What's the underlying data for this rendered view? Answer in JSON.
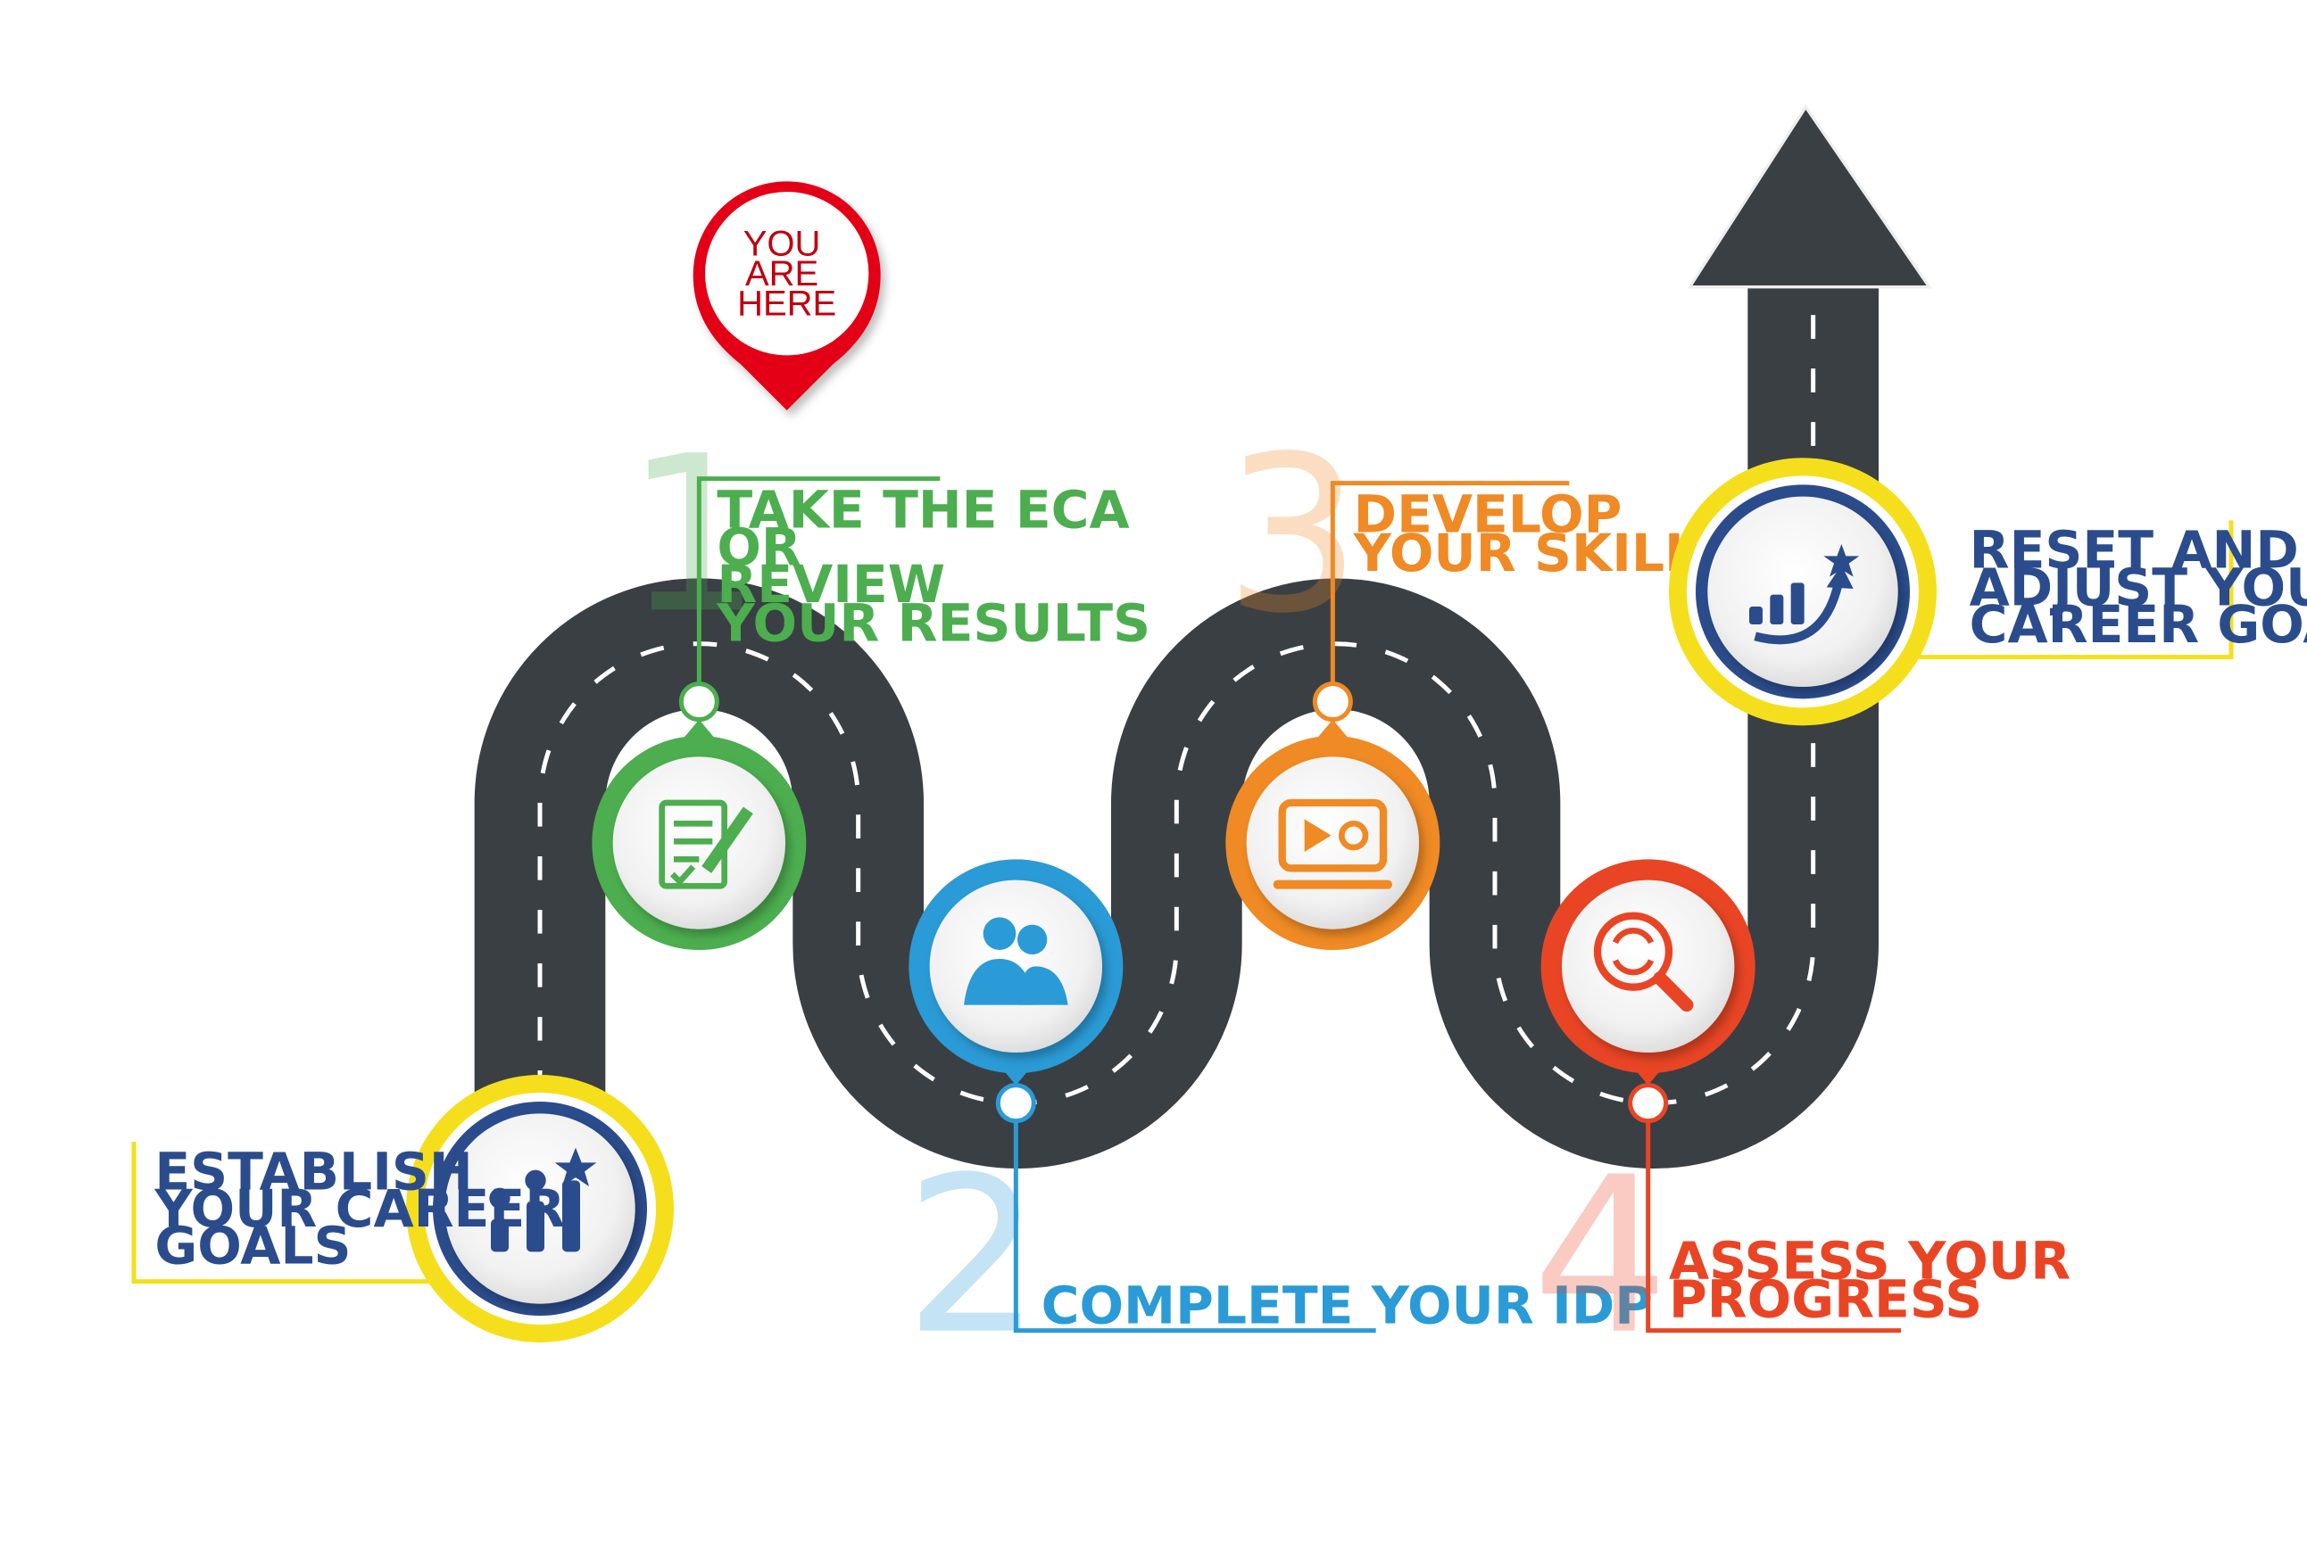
{
  "marker": {
    "lines": [
      "YOU",
      "ARE",
      "HERE"
    ],
    "color": "#e30613"
  },
  "start": {
    "lines": [
      "ESTABLISH",
      "YOUR CAREER",
      "GOALS"
    ],
    "color": "#2b4c8c",
    "accent": "#f5df1c",
    "icon": "bar-chart-star-icon"
  },
  "steps": [
    {
      "number": "1",
      "lines": [
        "TAKE THE ECA",
        "OR",
        "REVIEW",
        "YOUR RESULTS"
      ],
      "color": "#4cae4f",
      "icon": "checklist-pencil-icon"
    },
    {
      "number": "2",
      "lines": [
        "COMPLETE YOUR IDP"
      ],
      "color": "#2a9bd6",
      "icon": "people-icon"
    },
    {
      "number": "3",
      "lines": [
        "DEVELOP",
        "YOUR SKILLS"
      ],
      "color": "#ef8a24",
      "icon": "video-screen-icon"
    },
    {
      "number": "4",
      "lines": [
        "ASSESS YOUR",
        "PROGRESS"
      ],
      "color": "#e94524",
      "icon": "magnifier-refresh-icon"
    }
  ],
  "finish": {
    "lines": [
      "RESET AND",
      "ADJUST YOUR",
      "CAREER GOALS"
    ],
    "color": "#2b4c8c",
    "accent": "#f5df1c",
    "icon": "growth-arrow-star-icon"
  },
  "road": {
    "asphalt": "#3a3f44",
    "lane": "#ffffff"
  }
}
